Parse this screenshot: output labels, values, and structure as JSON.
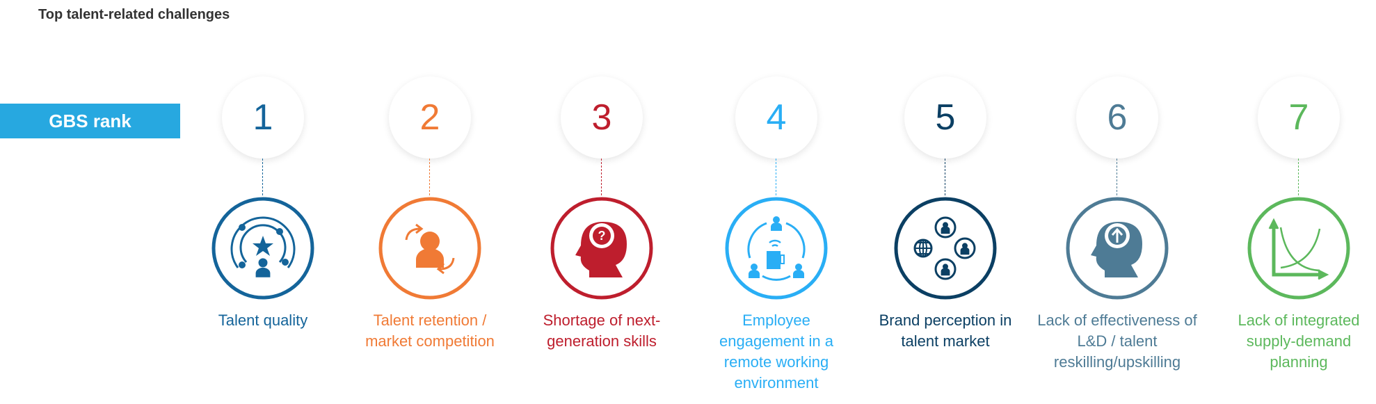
{
  "title": "Top talent-related challenges",
  "rank_label": "GBS rank",
  "items": [
    {
      "rank": "1",
      "label": "Talent quality",
      "icon": "talent-quality-icon",
      "color": "#14649a"
    },
    {
      "rank": "2",
      "label": "Talent retention / market competition",
      "icon": "retention-icon",
      "color": "#f07a35"
    },
    {
      "rank": "3",
      "label": "Shortage of next-generation skills",
      "icon": "head-question-icon",
      "color": "#be1e2d"
    },
    {
      "rank": "4",
      "label": "Employee engagement in a remote working environment",
      "icon": "remote-work-icon",
      "color": "#29aef5"
    },
    {
      "rank": "5",
      "label": "Brand perception in talent market",
      "icon": "globe-people-icon",
      "color": "#0b3f63"
    },
    {
      "rank": "6",
      "label": "Lack of effectiveness of L&D / talent reskilling/upskilling",
      "icon": "head-upskill-icon",
      "color": "#4e7b95"
    },
    {
      "rank": "7",
      "label": "Lack of integrated supply-demand planning",
      "icon": "supply-demand-chart-icon",
      "color": "#5cb85c"
    }
  ]
}
